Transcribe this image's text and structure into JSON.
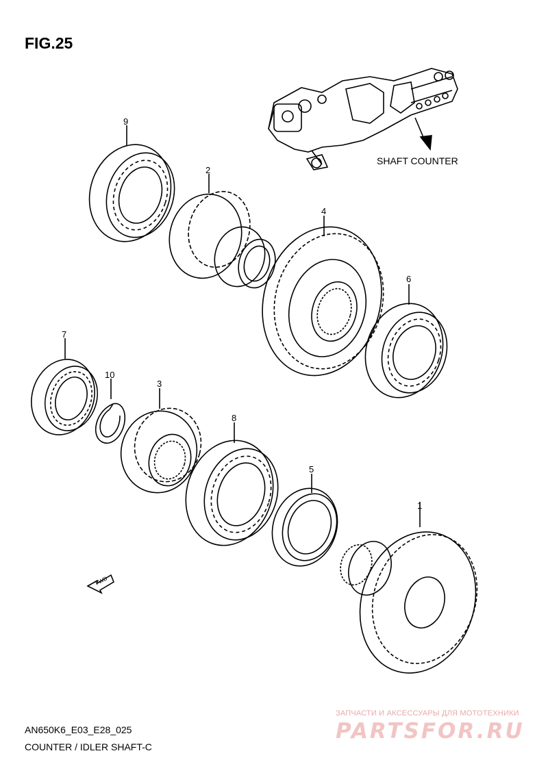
{
  "figure": {
    "title": "FIG.25",
    "model_code": "AN650K6_E03_E28_025",
    "caption": "COUNTER / IDLER SHAFT-C"
  },
  "assembly_label": "SHAFT COUNTER",
  "fwd_arrow_label": "FWD",
  "parts": [
    {
      "ref": "1"
    },
    {
      "ref": "2"
    },
    {
      "ref": "3"
    },
    {
      "ref": "4"
    },
    {
      "ref": "5"
    },
    {
      "ref": "6"
    },
    {
      "ref": "7"
    },
    {
      "ref": "8"
    },
    {
      "ref": "9"
    },
    {
      "ref": "10"
    }
  ],
  "watermark": {
    "tagline": "ЗАПЧАСТИ И АКСЕССУАРЫ ДЛЯ МОТОТЕХНИКИ",
    "logo": "PARTSFOR.RU",
    "color": "#e8a9a9"
  }
}
